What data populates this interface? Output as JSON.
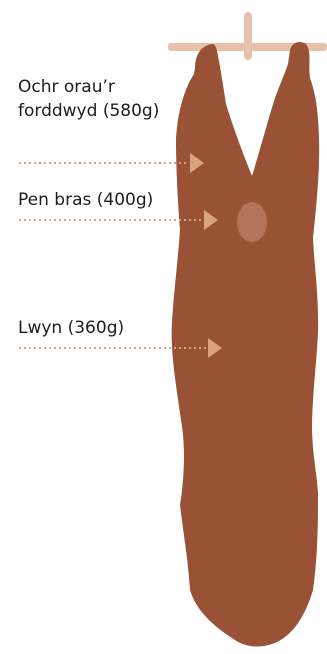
{
  "colors": {
    "carcass": "#9a5237",
    "hanger": "#e7c1ab",
    "marker": "#d9a383",
    "spot": "#b3745c",
    "text": "#1d1d1b"
  },
  "cuts": [
    {
      "label": "Ochr orau’r forddwyd (580g)"
    },
    {
      "label": "Pen bras (400g)"
    },
    {
      "label": "Lwyn (360g)"
    }
  ]
}
